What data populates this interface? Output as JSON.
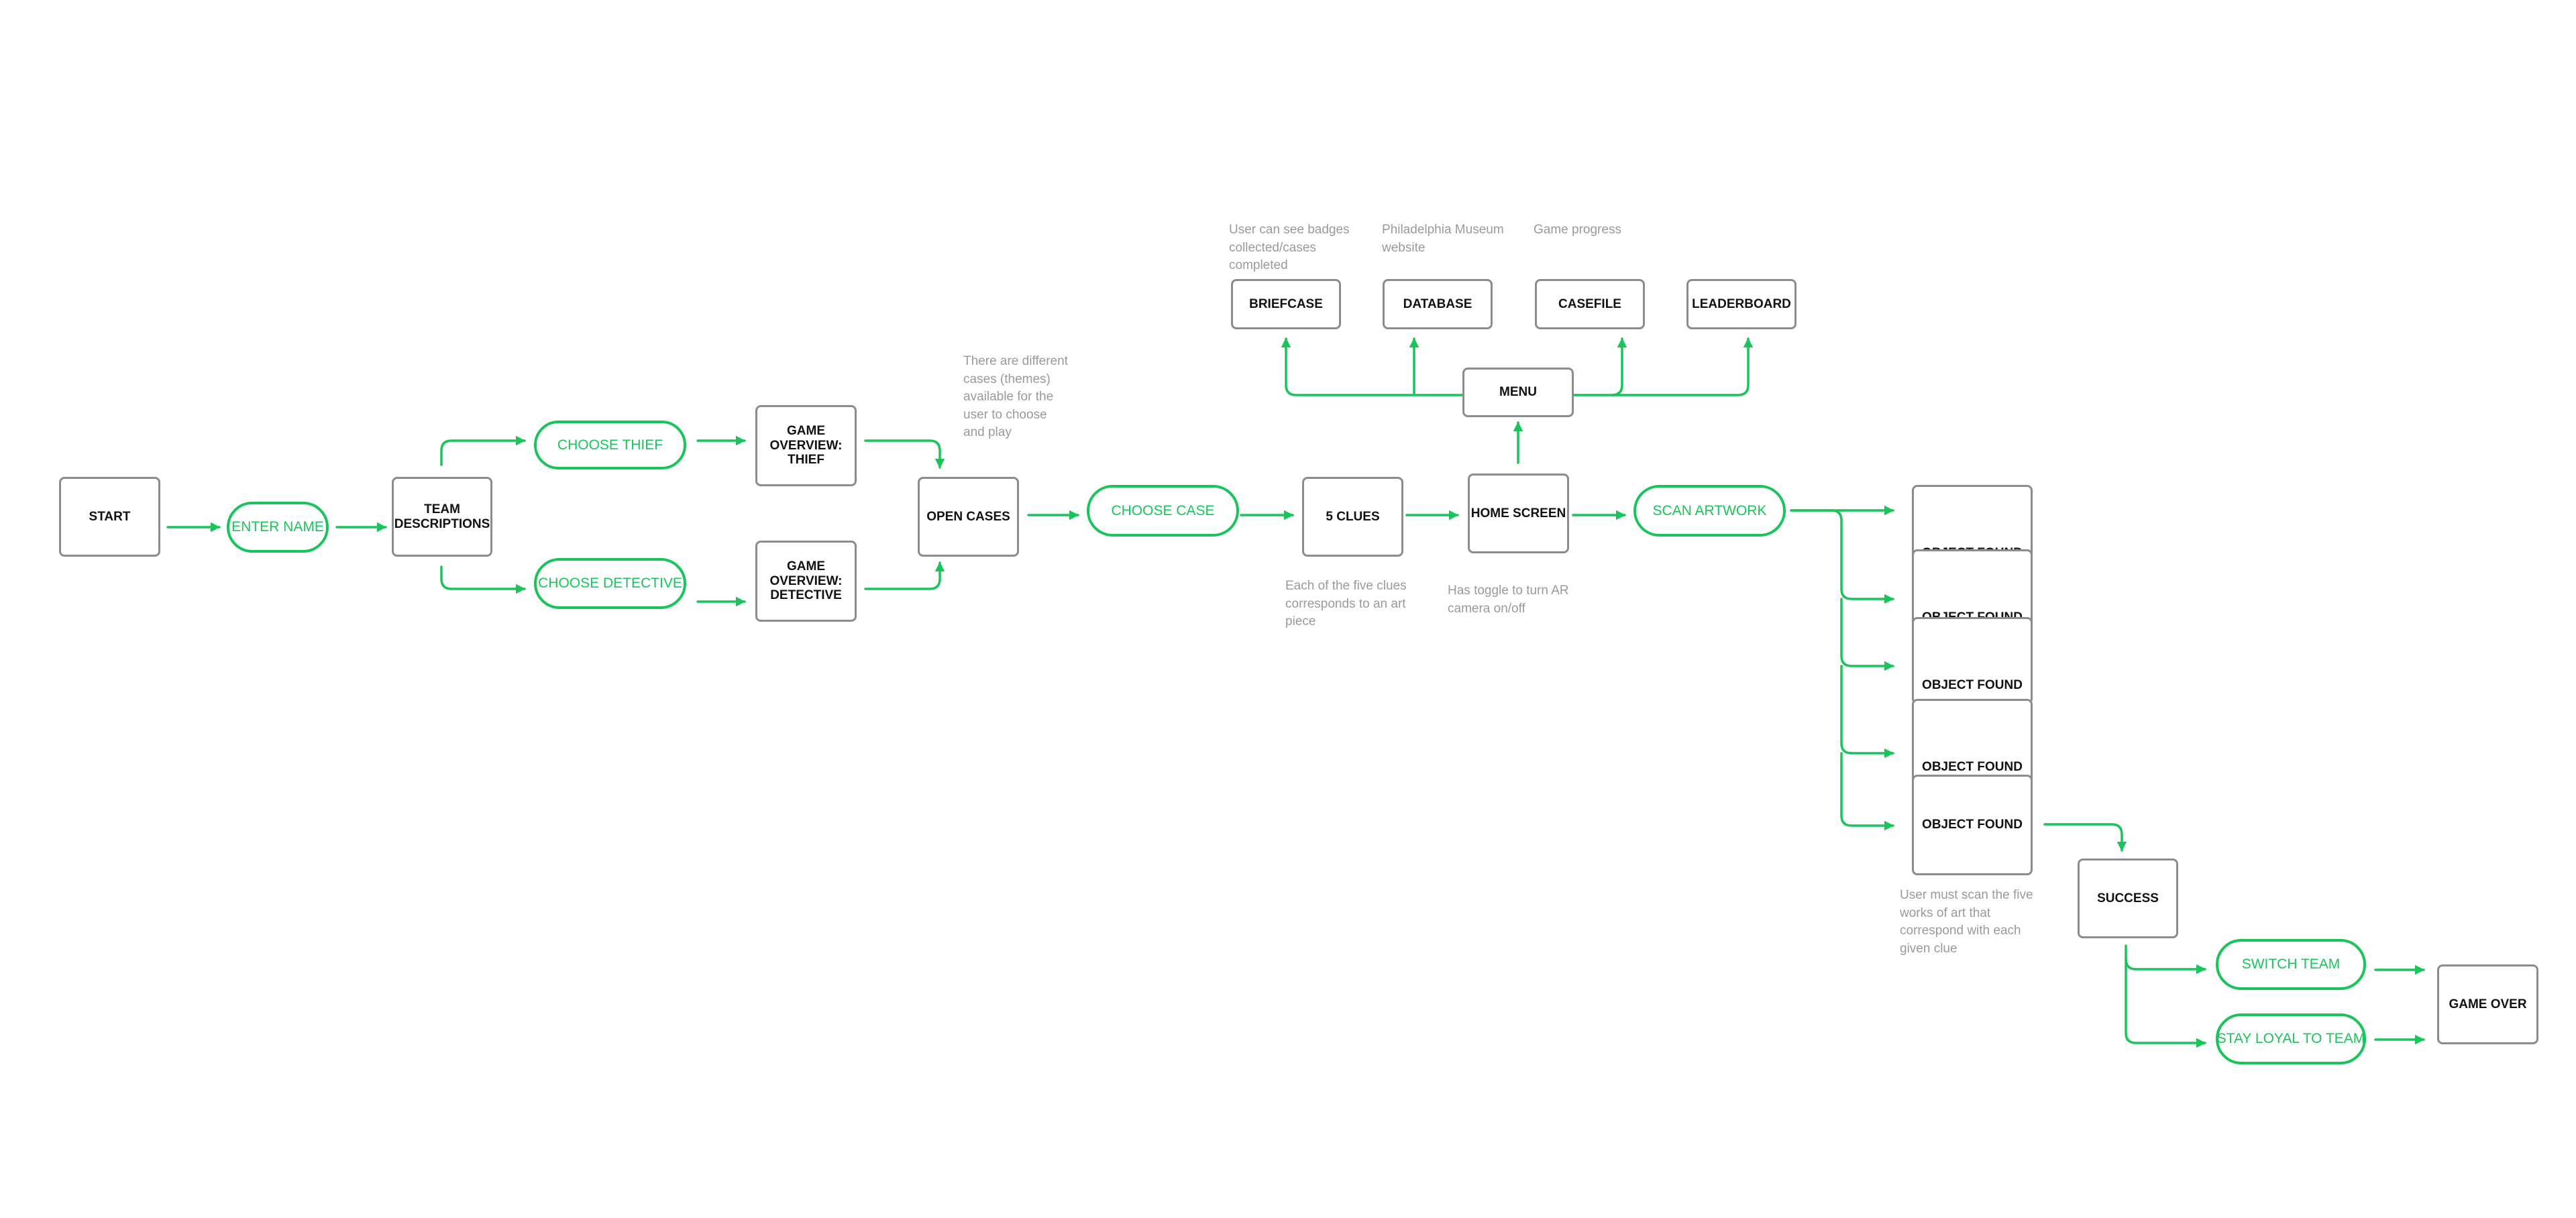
{
  "colors": {
    "accent": "#19c45b",
    "box_border": "#8c8c8c",
    "note_text": "#9a9a9a"
  },
  "nodes": {
    "start": "START",
    "enter_name": "ENTER NAME",
    "team_descriptions": "TEAM DESCRIPTIONS",
    "choose_thief": "CHOOSE THIEF",
    "choose_detective": "CHOOSE DETECTIVE",
    "game_overview_thief": "GAME OVERVIEW: THIEF",
    "game_overview_detective": "GAME OVERVIEW: DETECTIVE",
    "open_cases": "OPEN CASES",
    "choose_case": "CHOOSE CASE",
    "five_clues": "5 CLUES",
    "home_screen": "HOME SCREEN",
    "menu": "MENU",
    "briefcase": "BRIEFCASE",
    "database": "DATABASE",
    "casefile": "CASEFILE",
    "leaderboard": "LEADERBOARD",
    "scan_artwork": "SCAN ARTWORK",
    "object_found": [
      "OBJECT FOUND",
      "OBJECT FOUND",
      "OBJECT FOUND",
      "OBJECT FOUND",
      "OBJECT FOUND"
    ],
    "success": "SUCCESS",
    "switch_team": "SWITCH TEAM",
    "stay_loyal": "STAY LOYAL TO TEAM",
    "game_over": "GAME OVER"
  },
  "notes": {
    "open_cases": "There are different cases (themes) available for the user to choose and play",
    "briefcase": "User can see badges collected/cases completed",
    "database": "Philadelphia Museum website",
    "casefile": "Game progress",
    "five_clues": "Each of the five clues corresponds to an art piece",
    "home_screen": "Has toggle to turn AR camera on/off",
    "object_found": "User must scan the five works of art that correspond with each given clue"
  }
}
